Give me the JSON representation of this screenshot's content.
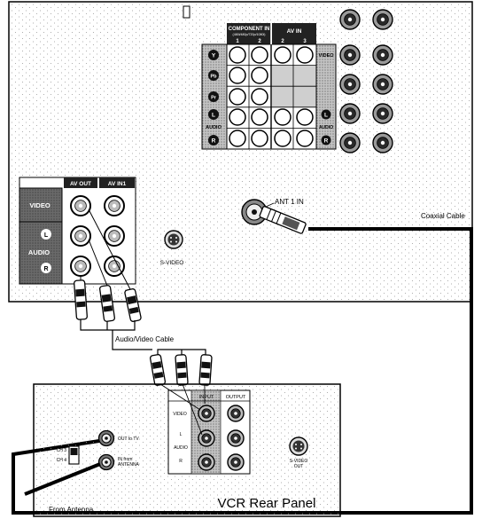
{
  "tv_panel": {
    "component_in": {
      "title": "COMPONENT IN",
      "subtitle": "(480i/480p/720p/1080i)",
      "columns": [
        "1",
        "2"
      ],
      "rows": [
        "Y",
        "Pb",
        "Pr",
        "L",
        "R"
      ],
      "audio_label": "AUDIO"
    },
    "av_in": {
      "title": "AV IN",
      "columns": [
        "2",
        "3"
      ],
      "video_label": "VIDEO",
      "left_label": "L",
      "audio_label": "AUDIO",
      "right_label": "R"
    },
    "av_out_block": {
      "av_out_label": "AV OUT",
      "av_in1_label": "AV IN1",
      "video_label": "VIDEO",
      "left_label": "L",
      "audio_label": "AUDIO",
      "right_label": "R"
    },
    "svideo_label": "S-VIDEO",
    "antenna_label": "ANT 1 IN"
  },
  "cables": {
    "coaxial": "Coaxial Cable",
    "audio_video": "Audio/Video Cable",
    "from_antenna": "From Antenna"
  },
  "vcr_panel": {
    "title": "VCR Rear Panel",
    "input_label": "INPUT",
    "output_label": "OUTPUT",
    "video_label": "VIDEO",
    "left_label": "L",
    "audio_label": "AUDIO",
    "right_label": "R",
    "out_to_tv": "OUT to TV",
    "in_from": "IN from",
    "antenna": "ANTENNA",
    "ch3": "CH 3",
    "ch4": "CH 4",
    "svideo": "S-VIDEO",
    "out": "OUT"
  },
  "colors": {
    "line": "#000000",
    "panel_dots": "#9a9a9a",
    "label_band": "#222222"
  }
}
